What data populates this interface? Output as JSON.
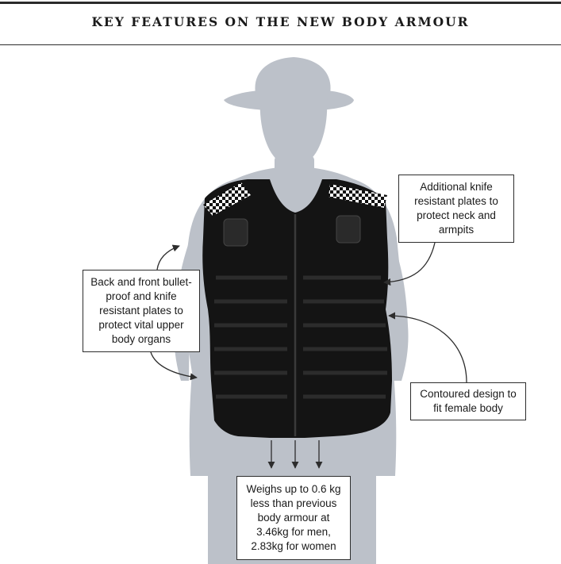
{
  "header": {
    "title": "KEY FEATURES ON THE NEW BODY ARMOUR"
  },
  "callouts": {
    "neck_armpits": "Additional knife\nresistant plates to\nprotect neck and\narmpits",
    "vital_organs": "Back and front bullet-\nproof and knife\nresistant plates to\nprotect vital upper\nbody organs",
    "female_fit": "Contoured design to\nfit female body",
    "weight": "Weighs up to 0.6 kg\nless than previous\nbody armour at\n3.46kg for men,\n2.83kg for women"
  },
  "colors": {
    "silhouette": "#bcc1c9",
    "vest": "#141414",
    "vest_strap": "#262626",
    "text": "#1a1a1a"
  }
}
